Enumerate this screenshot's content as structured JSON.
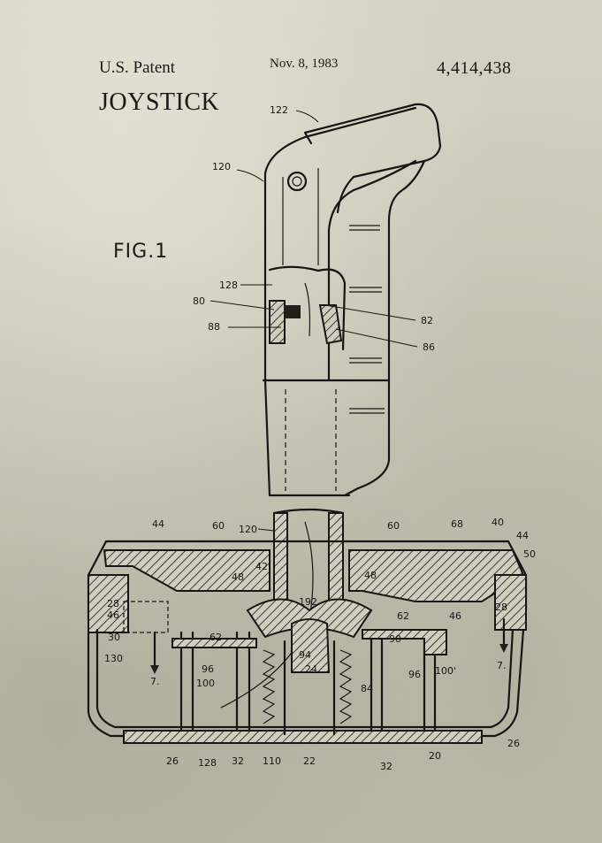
{
  "header": {
    "patent_label": "U.S. Patent",
    "date": "Nov. 8, 1983",
    "patent_number": "4,414,438",
    "title": "JOYSTICK"
  },
  "figure": {
    "label": "FIG.1",
    "references": [
      "122",
      "120",
      "128",
      "80",
      "88",
      "82",
      "86",
      "120",
      "44",
      "60",
      "40",
      "44",
      "50",
      "68",
      "60",
      "42",
      "48",
      "48",
      "28",
      "46",
      "192",
      "62",
      "46",
      "28",
      "30",
      "62",
      "90",
      "130",
      "7.",
      "94",
      "24",
      "96",
      "100",
      "96",
      "100'",
      "84",
      "7.",
      "128",
      "26",
      "32",
      "110",
      "22",
      "32",
      "20",
      "26"
    ]
  },
  "colors": {
    "paper": "#cfcdbd",
    "ink": "#161614"
  }
}
